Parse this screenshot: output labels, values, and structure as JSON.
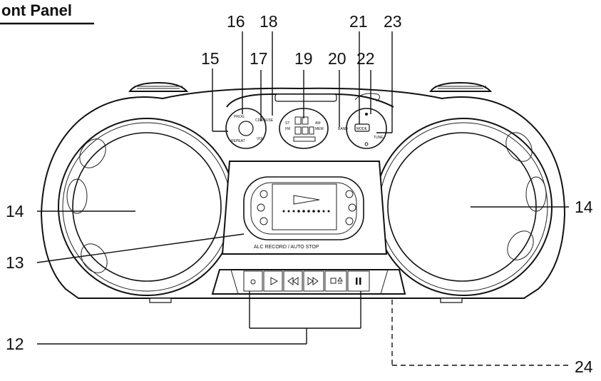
{
  "title": "ont Panel",
  "callouts": {
    "c12": "12",
    "c13": "13",
    "c14_left": "14",
    "c14_right": "14",
    "c15": "15",
    "c16": "16",
    "c17": "17",
    "c18": "18",
    "c19": "19",
    "c20": "20",
    "c21": "21",
    "c22": "22",
    "c23": "23",
    "c24": "24"
  },
  "cassette_label": "ALC RECORD / AUTO STOP",
  "left_panel_labels": [
    "PROG",
    "REPEAT",
    "CD/PAUSE",
    "VOL"
  ],
  "right_panel_labels": [
    "MODE",
    "BAND",
    "TUNE"
  ],
  "display_labels": [
    "ST",
    "FM",
    "AM",
    "MEM"
  ],
  "transport_icons": [
    "record-icon",
    "play-icon",
    "rewind-icon",
    "fast-forward-icon",
    "stop-eject-icon",
    "pause-icon"
  ]
}
